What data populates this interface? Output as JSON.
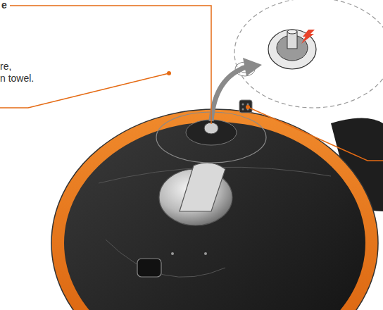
{
  "diagram": {
    "labels": [
      "e",
      "re,",
      "n towel."
    ]
  }
}
